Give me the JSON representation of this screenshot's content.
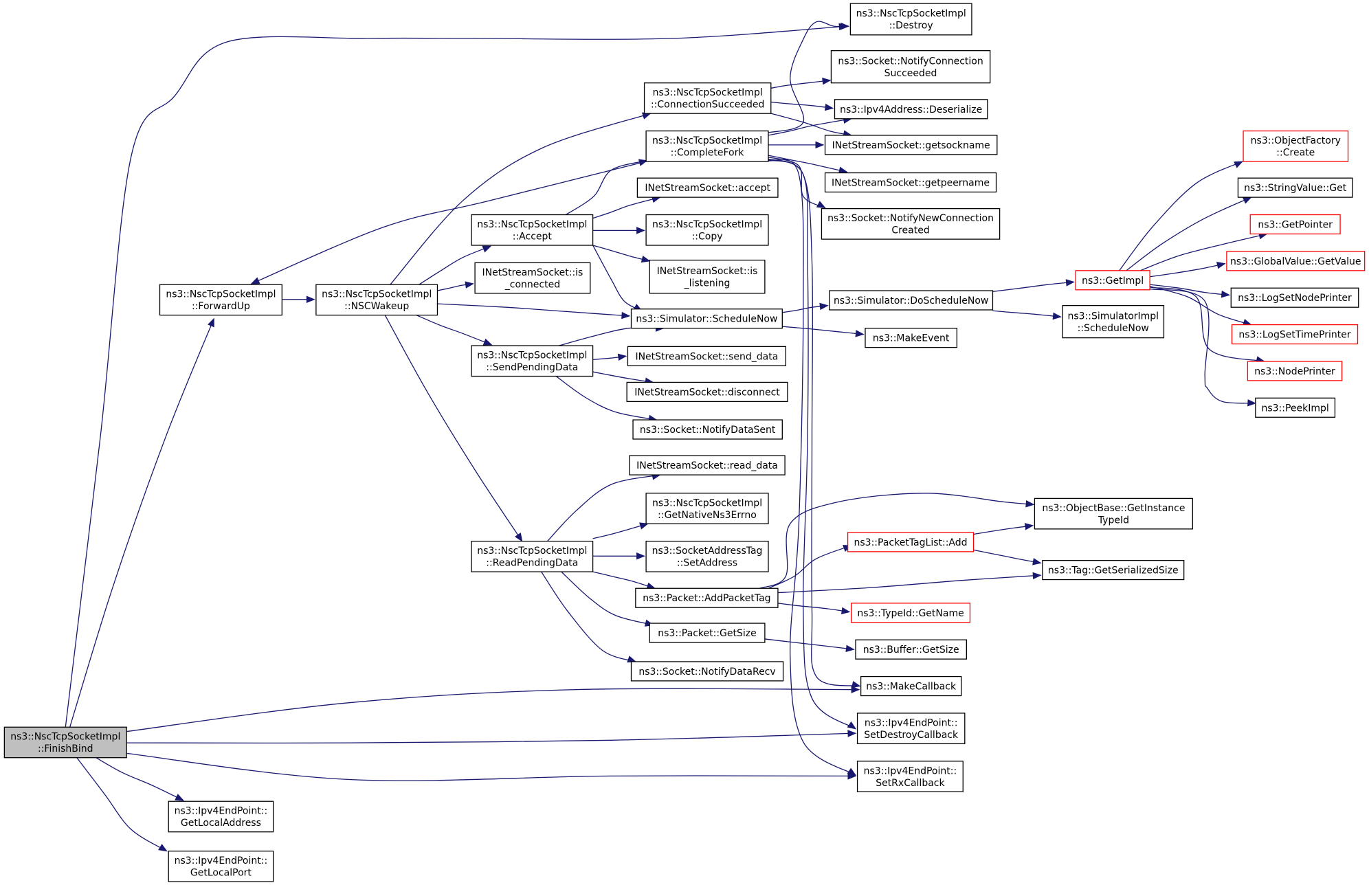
{
  "nodes": {
    "finishbind": {
      "lines": [
        "ns3::NscTcpSocketImpl",
        "::FinishBind"
      ],
      "style": "root"
    },
    "forwardup": {
      "lines": [
        "ns3::NscTcpSocketImpl",
        "::ForwardUp"
      ],
      "style": "normal"
    },
    "nscwakeup": {
      "lines": [
        "ns3::NscTcpSocketImpl",
        "::NSCWakeup"
      ],
      "style": "normal"
    },
    "getlocaladdress": {
      "lines": [
        "ns3::Ipv4EndPoint::",
        "GetLocalAddress"
      ],
      "style": "normal"
    },
    "getlocalport": {
      "lines": [
        "ns3::Ipv4EndPoint::",
        "GetLocalPort"
      ],
      "style": "normal"
    },
    "accept": {
      "lines": [
        "ns3::NscTcpSocketImpl",
        "::Accept"
      ],
      "style": "normal"
    },
    "isconnected": {
      "lines": [
        "INetStreamSocket::is",
        "_connected"
      ],
      "style": "normal"
    },
    "sendpendingdata": {
      "lines": [
        "ns3::NscTcpSocketImpl",
        "::SendPendingData"
      ],
      "style": "normal"
    },
    "readpendingdata": {
      "lines": [
        "ns3::NscTcpSocketImpl",
        "::ReadPendingData"
      ],
      "style": "normal"
    },
    "connectionsucceeded": {
      "lines": [
        "ns3::NscTcpSocketImpl",
        "::ConnectionSucceeded"
      ],
      "style": "normal"
    },
    "completefork": {
      "lines": [
        "ns3::NscTcpSocketImpl",
        "::CompleteFork"
      ],
      "style": "normal"
    },
    "inetaccept": {
      "lines": [
        "INetStreamSocket::accept"
      ],
      "style": "normal"
    },
    "copy": {
      "lines": [
        "ns3::NscTcpSocketImpl",
        "::Copy"
      ],
      "style": "normal"
    },
    "islistening": {
      "lines": [
        "INetStreamSocket::is",
        "_listening"
      ],
      "style": "normal"
    },
    "schedulenow": {
      "lines": [
        "ns3::Simulator::ScheduleNow"
      ],
      "style": "normal"
    },
    "senddata": {
      "lines": [
        "INetStreamSocket::send_data"
      ],
      "style": "normal"
    },
    "disconnect": {
      "lines": [
        "INetStreamSocket::disconnect"
      ],
      "style": "normal"
    },
    "notifydatasent": {
      "lines": [
        "ns3::Socket::NotifyDataSent"
      ],
      "style": "normal"
    },
    "readdata": {
      "lines": [
        "INetStreamSocket::read_data"
      ],
      "style": "normal"
    },
    "getnativens3errno": {
      "lines": [
        "ns3::NscTcpSocketImpl",
        "::GetNativeNs3Errno"
      ],
      "style": "normal"
    },
    "setaddress": {
      "lines": [
        "ns3::SocketAddressTag",
        "::SetAddress"
      ],
      "style": "normal"
    },
    "addpackettag": {
      "lines": [
        "ns3::Packet::AddPacketTag"
      ],
      "style": "normal"
    },
    "packetgetsize": {
      "lines": [
        "ns3::Packet::GetSize"
      ],
      "style": "normal"
    },
    "notifydatarecv": {
      "lines": [
        "ns3::Socket::NotifyDataRecv"
      ],
      "style": "normal"
    },
    "destroy": {
      "lines": [
        "ns3::NscTcpSocketImpl",
        "::Destroy"
      ],
      "style": "normal"
    },
    "notifyconnsucceeded": {
      "lines": [
        "ns3::Socket::NotifyConnection",
        "Succeeded"
      ],
      "style": "normal"
    },
    "deserialize": {
      "lines": [
        "ns3::Ipv4Address::Deserialize"
      ],
      "style": "normal"
    },
    "getsockname": {
      "lines": [
        "INetStreamSocket::getsockname"
      ],
      "style": "normal"
    },
    "getpeername": {
      "lines": [
        "INetStreamSocket::getpeername"
      ],
      "style": "normal"
    },
    "notifynewconn": {
      "lines": [
        "ns3::Socket::NotifyNewConnection",
        "Created"
      ],
      "style": "normal"
    },
    "doschedulenow": {
      "lines": [
        "ns3::Simulator::DoScheduleNow"
      ],
      "style": "normal"
    },
    "makeevent": {
      "lines": [
        "ns3::MakeEvent"
      ],
      "style": "normal"
    },
    "packettaglistadd": {
      "lines": [
        "ns3::PacketTagList::Add"
      ],
      "style": "red"
    },
    "typeidgetname": {
      "lines": [
        "ns3::TypeId::GetName"
      ],
      "style": "red"
    },
    "buffergetsize": {
      "lines": [
        "ns3::Buffer::GetSize"
      ],
      "style": "normal"
    },
    "makecallback": {
      "lines": [
        "ns3::MakeCallback"
      ],
      "style": "normal"
    },
    "setdestroycallback": {
      "lines": [
        "ns3::Ipv4EndPoint::",
        "SetDestroyCallback"
      ],
      "style": "normal"
    },
    "setrxcallback": {
      "lines": [
        "ns3::Ipv4EndPoint::",
        "SetRxCallback"
      ],
      "style": "normal"
    },
    "getinstancetypeid": {
      "lines": [
        "ns3::ObjectBase::GetInstance",
        "TypeId"
      ],
      "style": "normal"
    },
    "taggetserializedsize": {
      "lines": [
        "ns3::Tag::GetSerializedSize"
      ],
      "style": "normal"
    },
    "getimpl": {
      "lines": [
        "ns3::GetImpl"
      ],
      "style": "red"
    },
    "simimplschedulenow": {
      "lines": [
        "ns3::SimulatorImpl",
        "::ScheduleNow"
      ],
      "style": "normal"
    },
    "objectfactorycreate": {
      "lines": [
        "ns3::ObjectFactory",
        "::Create"
      ],
      "style": "red"
    },
    "stringvalueget": {
      "lines": [
        "ns3::StringValue::Get"
      ],
      "style": "normal"
    },
    "getpointer": {
      "lines": [
        "ns3::GetPointer"
      ],
      "style": "red"
    },
    "globalvaluegetvalue": {
      "lines": [
        "ns3::GlobalValue::GetValue"
      ],
      "style": "red"
    },
    "logsetnodeprinter": {
      "lines": [
        "ns3::LogSetNodePrinter"
      ],
      "style": "normal"
    },
    "logsettimeprinter": {
      "lines": [
        "ns3::LogSetTimePrinter"
      ],
      "style": "red"
    },
    "nodeprinter": {
      "lines": [
        "ns3::NodePrinter"
      ],
      "style": "red"
    },
    "peekimpl": {
      "lines": [
        "ns3::PeekImpl"
      ],
      "style": "normal"
    }
  },
  "edges": [
    {
      "from": "finishbind",
      "to": "destroy"
    },
    {
      "from": "finishbind",
      "to": "forwardup"
    },
    {
      "from": "finishbind",
      "to": "makecallback"
    },
    {
      "from": "finishbind",
      "to": "setdestroycallback"
    },
    {
      "from": "finishbind",
      "to": "setrxcallback"
    },
    {
      "from": "finishbind",
      "to": "getlocaladdress"
    },
    {
      "from": "finishbind",
      "to": "getlocalport"
    },
    {
      "from": "forwardup",
      "to": "nscwakeup"
    },
    {
      "from": "completefork",
      "to": "forwardup"
    },
    {
      "from": "nscwakeup",
      "to": "connectionsucceeded"
    },
    {
      "from": "nscwakeup",
      "to": "accept"
    },
    {
      "from": "nscwakeup",
      "to": "isconnected"
    },
    {
      "from": "nscwakeup",
      "to": "schedulenow"
    },
    {
      "from": "nscwakeup",
      "to": "sendpendingdata"
    },
    {
      "from": "nscwakeup",
      "to": "readpendingdata"
    },
    {
      "from": "accept",
      "to": "completefork"
    },
    {
      "from": "accept",
      "to": "inetaccept"
    },
    {
      "from": "accept",
      "to": "copy"
    },
    {
      "from": "accept",
      "to": "islistening"
    },
    {
      "from": "accept",
      "to": "schedulenow"
    },
    {
      "from": "sendpendingdata",
      "to": "schedulenow"
    },
    {
      "from": "sendpendingdata",
      "to": "senddata"
    },
    {
      "from": "sendpendingdata",
      "to": "disconnect"
    },
    {
      "from": "sendpendingdata",
      "to": "notifydatasent"
    },
    {
      "from": "readpendingdata",
      "to": "readdata"
    },
    {
      "from": "readpendingdata",
      "to": "getnativens3errno"
    },
    {
      "from": "readpendingdata",
      "to": "setaddress"
    },
    {
      "from": "readpendingdata",
      "to": "addpackettag"
    },
    {
      "from": "readpendingdata",
      "to": "packetgetsize"
    },
    {
      "from": "readpendingdata",
      "to": "notifydatarecv"
    },
    {
      "from": "connectionsucceeded",
      "to": "notifyconnsucceeded"
    },
    {
      "from": "connectionsucceeded",
      "to": "deserialize"
    },
    {
      "from": "connectionsucceeded",
      "to": "getsockname"
    },
    {
      "from": "completefork",
      "to": "destroy"
    },
    {
      "from": "completefork",
      "to": "deserialize"
    },
    {
      "from": "completefork",
      "to": "getsockname"
    },
    {
      "from": "completefork",
      "to": "getpeername"
    },
    {
      "from": "completefork",
      "to": "notifynewconn"
    },
    {
      "from": "completefork",
      "to": "makecallback"
    },
    {
      "from": "completefork",
      "to": "setdestroycallback"
    },
    {
      "from": "completefork",
      "to": "setrxcallback"
    },
    {
      "from": "schedulenow",
      "to": "doschedulenow"
    },
    {
      "from": "schedulenow",
      "to": "makeevent"
    },
    {
      "from": "doschedulenow",
      "to": "getimpl"
    },
    {
      "from": "doschedulenow",
      "to": "simimplschedulenow"
    },
    {
      "from": "addpackettag",
      "to": "getinstancetypeid"
    },
    {
      "from": "addpackettag",
      "to": "packettaglistadd"
    },
    {
      "from": "addpackettag",
      "to": "taggetserializedsize"
    },
    {
      "from": "addpackettag",
      "to": "typeidgetname"
    },
    {
      "from": "packettaglistadd",
      "to": "getinstancetypeid"
    },
    {
      "from": "packettaglistadd",
      "to": "taggetserializedsize"
    },
    {
      "from": "packetgetsize",
      "to": "buffergetsize"
    },
    {
      "from": "getimpl",
      "to": "objectfactorycreate"
    },
    {
      "from": "getimpl",
      "to": "stringvalueget"
    },
    {
      "from": "getimpl",
      "to": "getpointer"
    },
    {
      "from": "getimpl",
      "to": "globalvaluegetvalue"
    },
    {
      "from": "getimpl",
      "to": "logsetnodeprinter"
    },
    {
      "from": "getimpl",
      "to": "logsettimeprinter"
    },
    {
      "from": "getimpl",
      "to": "nodeprinter"
    },
    {
      "from": "getimpl",
      "to": "peekimpl"
    }
  ],
  "colors": {
    "edge": "#191970",
    "root_fill": "#bfbfbf",
    "red_border": "#ff0000"
  }
}
